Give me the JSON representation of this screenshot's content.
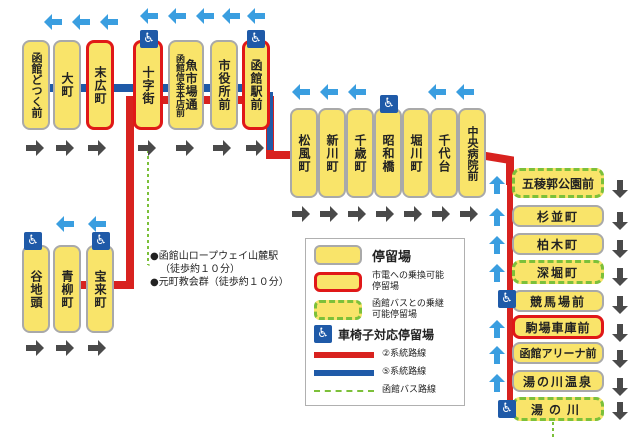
{
  "stops": {
    "hakodate_dotsuku": "函館どつく前",
    "omachi": "大町",
    "suehirocho": "末広町",
    "jujigai": "十字街",
    "uoichiba": "魚市場通",
    "uoichiba_sub": "函館信金本店前",
    "shiyakusho": "市役所前",
    "hakodate_eki": "函館駅前",
    "matsukaze": "松風町",
    "shinkawa": "新川町",
    "chitose": "千歳町",
    "showabashi": "昭和橋",
    "horikawa": "堀川町",
    "chiyogadai": "千代台",
    "chuo_byoin": "中央病院前",
    "goryokaku": "五稜郭公園前",
    "suginami": "杉並町",
    "kashiwagi": "柏木町",
    "fukabori": "深堀町",
    "keibajo": "競馬場前",
    "komaba": "駒場車庫前",
    "arena": "函館アリーナ前",
    "yunokawa_onsen": "湯の川温泉",
    "yunokawa": "湯の川",
    "yachigashira": "谷地頭",
    "aoyagi": "青柳町",
    "horaicho": "宝来町"
  },
  "notes": {
    "ropeway": "●函館山ロープウェイ山麓駅",
    "ropeway_walk": "（徒歩約１０分）",
    "church": "●元町教会群（徒歩約１０分）"
  },
  "legend": {
    "stop": "停留場",
    "tram_transfer": "市電への乗換可能停留場",
    "bus_transfer": "函館バスとの乗継可能停留場",
    "wheelchair": "車椅子対応停留場",
    "route2": "②系統路線",
    "route5": "⑤系統路線",
    "bus_route": "函館バス路線"
  },
  "colors": {
    "stop_fill": "#f9e46a",
    "route2": "#d8221f",
    "route5": "#1f5aa8",
    "bus_route": "#7cc03a",
    "arrow_gray": "#4a4a4a",
    "arrow_blue": "#3a9ee0"
  },
  "wheelchair_icon": "♿"
}
